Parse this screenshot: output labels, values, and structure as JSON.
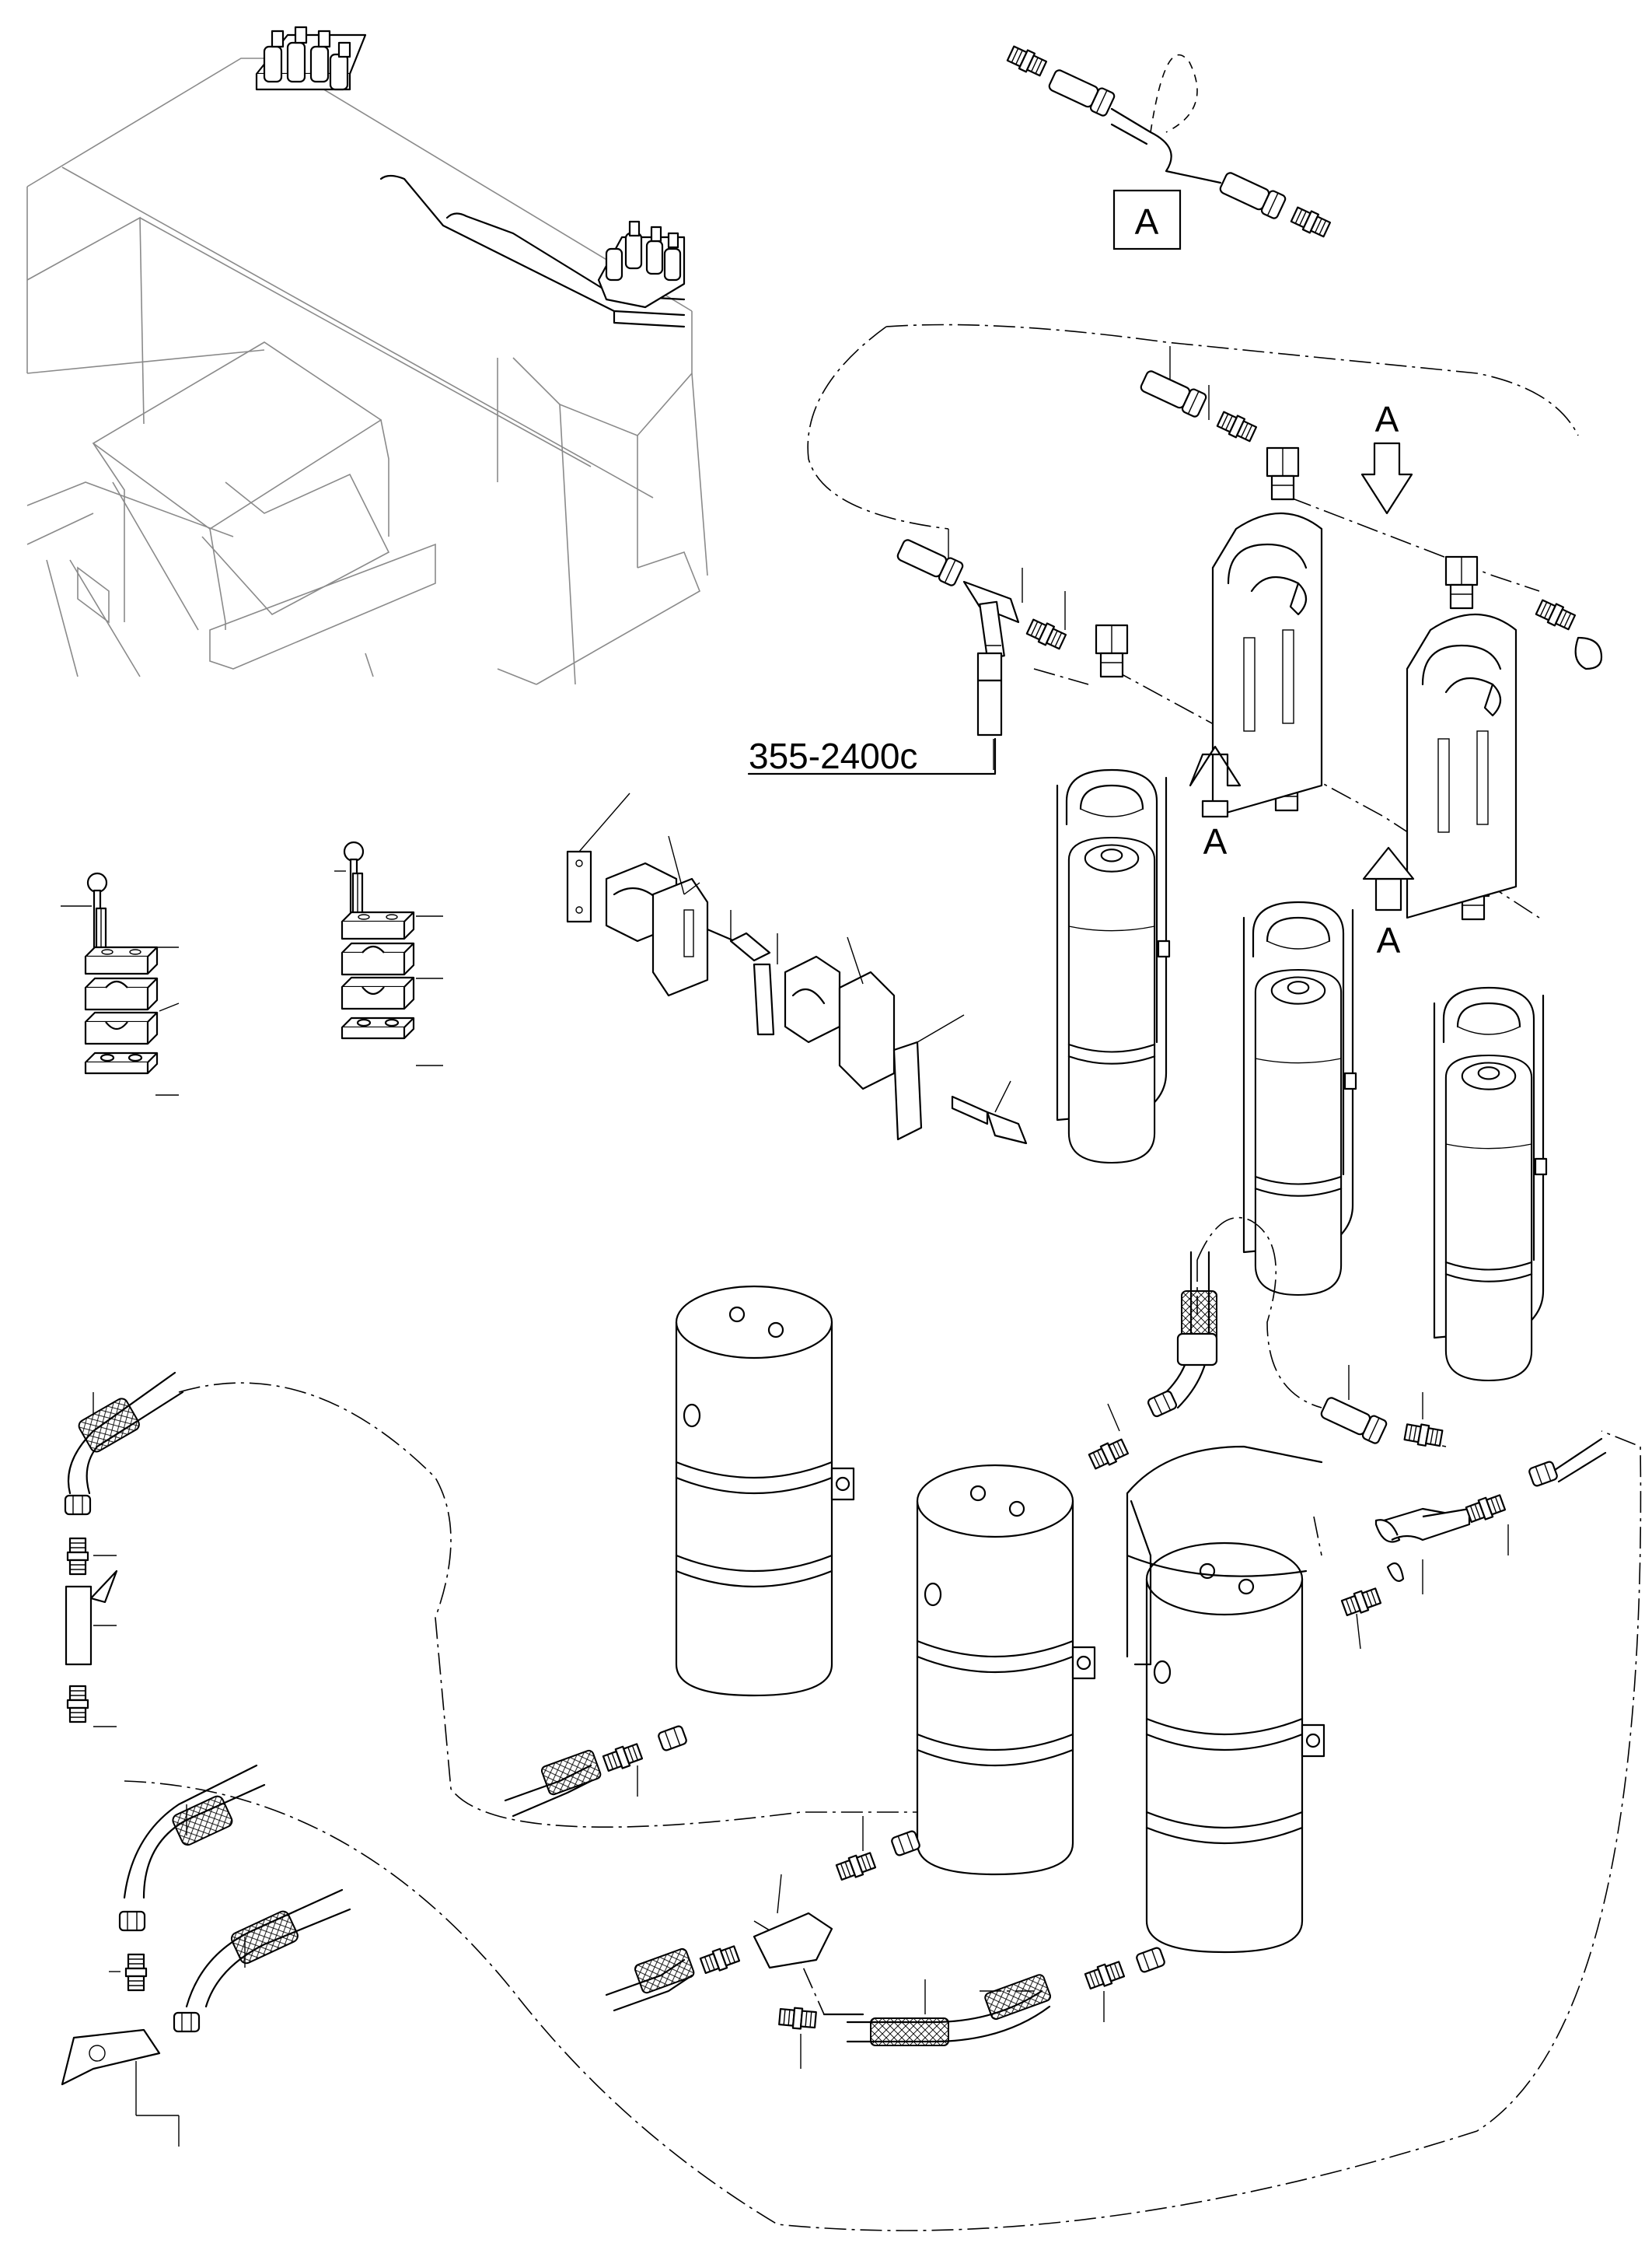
{
  "labels": {
    "detail_marker": "A",
    "view_arrow": "A",
    "reference_code": "355-2400c"
  }
}
